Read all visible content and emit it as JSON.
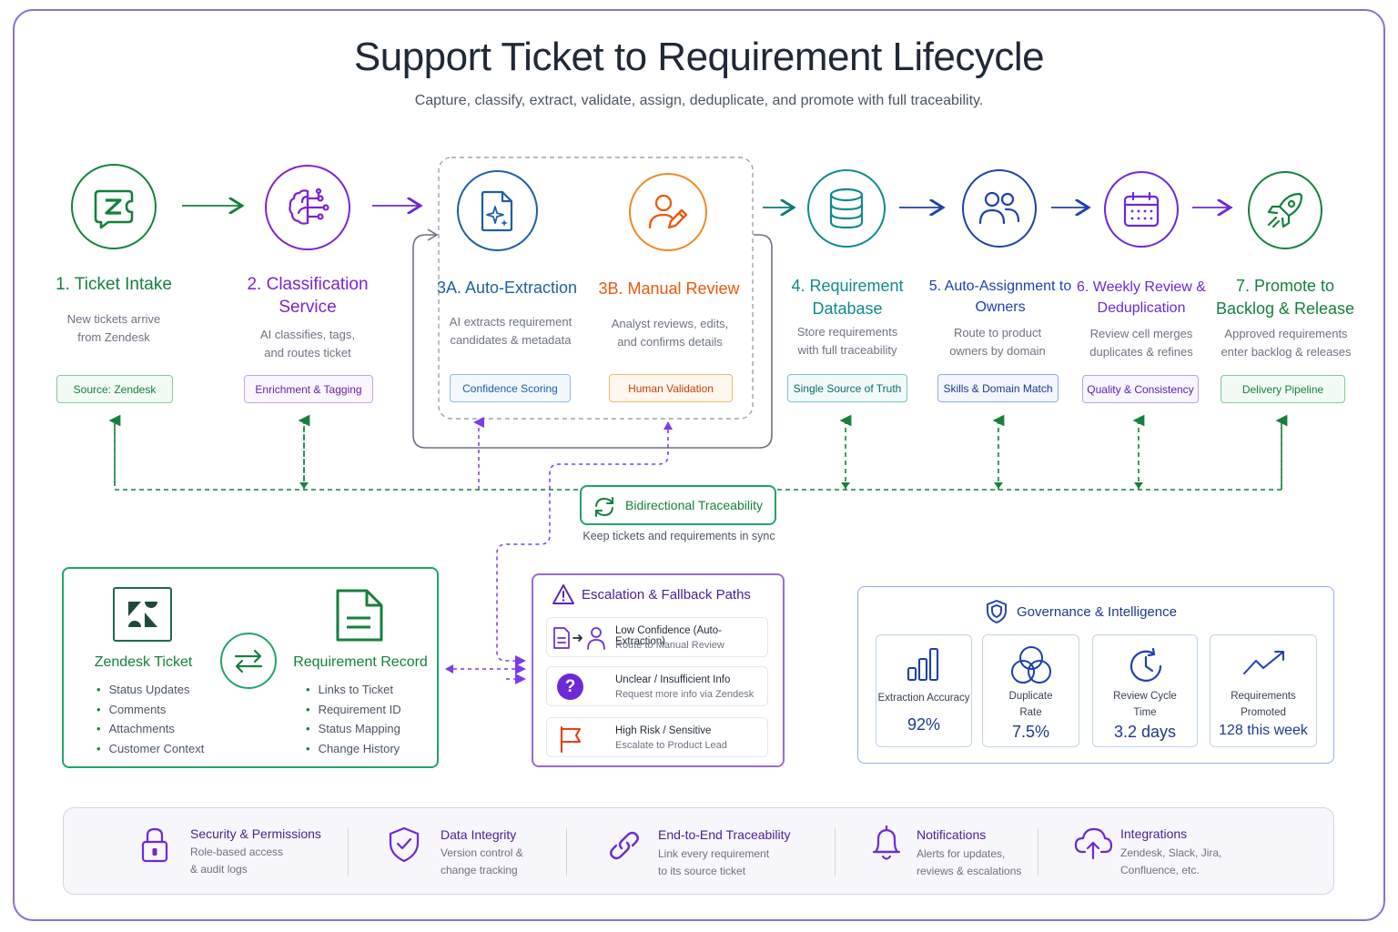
{
  "title": "Support Ticket to Requirement Lifecycle",
  "subtitle": "Capture, classify, extract, validate, assign, deduplicate, and promote with full traceability.",
  "stages": [
    {
      "title": "1. Ticket Intake",
      "desc": [
        "New tickets arrive",
        "from Zendesk"
      ],
      "badge": "Source: Zendesk",
      "color": "#15803d",
      "icon": "zendesk-chat-icon"
    },
    {
      "title": "2. Classification Service",
      "desc": [
        "AI classifies, tags,",
        "and routes ticket"
      ],
      "badge": "Enrichment & Tagging",
      "color": "#7e22ce",
      "icon": "ai-brain-icon"
    },
    {
      "title": "3A. Auto-Extraction",
      "desc": [
        "AI extracts requirement",
        "candidates & metadata"
      ],
      "badge": "Confidence Scoring",
      "color": "#1d5fa8",
      "icon": "document-sparkle-icon"
    },
    {
      "title": "3B. Manual Review",
      "desc": [
        "Analyst reviews, edits,",
        "and confirms details"
      ],
      "badge": "Human Validation",
      "color": "#ea580c",
      "icon": "user-edit-icon"
    },
    {
      "title": "4. Requirement Database",
      "desc": [
        "Store requirements",
        "with full traceability"
      ],
      "badge": "Single Source of Truth",
      "color": "#0f8a8a",
      "icon": "database-icon"
    },
    {
      "title": "5. Auto-Assignment to Owners",
      "desc": [
        "Route to product",
        "owners by domain"
      ],
      "badge": "Skills & Domain Match",
      "color": "#1e40af",
      "icon": "users-icon"
    },
    {
      "title": "6. Weekly Review & Deduplication",
      "desc": [
        "Review cell merges",
        "duplicates & refines"
      ],
      "badge": "Quality & Consistency",
      "color": "#6d28d9",
      "icon": "calendar-icon"
    },
    {
      "title": "7. Promote to Backlog & Release",
      "desc": [
        "Approved requirements",
        "enter backlog & releases"
      ],
      "badge": "Delivery Pipeline",
      "color": "#15803d",
      "icon": "rocket-icon"
    }
  ],
  "traceability": {
    "label": "Bidirectional Traceability",
    "caption": "Keep tickets and requirements in sync"
  },
  "sync_card": {
    "left_title": "Zendesk Ticket",
    "left_items": [
      "Status Updates",
      "Comments",
      "Attachments",
      "Customer Context"
    ],
    "right_title": "Requirement Record",
    "right_items": [
      "Links to Ticket",
      "Requirement ID",
      "Status Mapping",
      "Change History"
    ]
  },
  "escalation": {
    "title": "Escalation & Fallback Paths",
    "rows": [
      {
        "title": "Low Confidence (Auto-Extraction)",
        "sub": "Route to Manual Review"
      },
      {
        "title": "Unclear / Insufficient Info",
        "sub": "Request more info via Zendesk"
      },
      {
        "title": "High Risk / Sensitive",
        "sub": "Escalate to Product Lead"
      }
    ]
  },
  "governance": {
    "title": "Governance & Intelligence",
    "metrics": [
      {
        "label": [
          "Extraction Accuracy"
        ],
        "value": "92%"
      },
      {
        "label": [
          "Duplicate",
          "Rate"
        ],
        "value": "7.5%"
      },
      {
        "label": [
          "Review Cycle",
          "Time"
        ],
        "value": "3.2 days"
      },
      {
        "label": [
          "Requirements",
          "Promoted"
        ],
        "value": "128 this week"
      }
    ]
  },
  "footer": [
    {
      "title": "Security & Permissions",
      "lines": [
        "Role-based access",
        "& audit logs"
      ]
    },
    {
      "title": "Data Integrity",
      "lines": [
        "Version control &",
        "change tracking"
      ]
    },
    {
      "title": "End-to-End Traceability",
      "lines": [
        "Link every requirement",
        "to its source ticket"
      ]
    },
    {
      "title": "Notifications",
      "lines": [
        "Alerts for updates,",
        "reviews & escalations"
      ]
    },
    {
      "title": "Integrations",
      "lines": [
        "Zendesk, Slack, Jira,",
        "Confluence, etc."
      ]
    }
  ]
}
